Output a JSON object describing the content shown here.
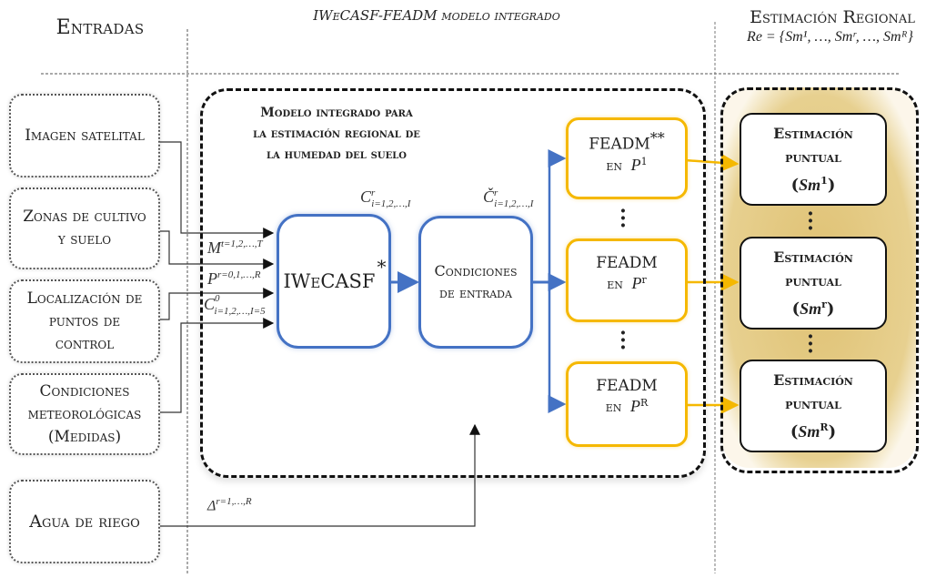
{
  "headers": {
    "inputs": "Entradas",
    "model": "IWeCASF-FEADM modelo integrado",
    "regional": "Estimación Regional",
    "regional_formula": "Re = {Sm¹, …, Smʳ, …, Smᴿ}"
  },
  "inputs": [
    {
      "label": "Imagen satelital"
    },
    {
      "label": "Zonas de cultivo y suelo"
    },
    {
      "label": "Localización de puntos de control"
    },
    {
      "label": "Condiciones meteorológicas (Medidas)"
    },
    {
      "label": "Agua de riego"
    }
  ],
  "model_group": {
    "title_lines": [
      "Modelo integrado para",
      "la estimación regional de",
      "la humedad del suelo"
    ]
  },
  "edge_labels": {
    "m": {
      "base": "M",
      "sup": "t=1,2,…,T"
    },
    "p": {
      "base": "P",
      "sup": "r=0,1,…,R"
    },
    "c0": {
      "base": "C",
      "sup": "0",
      "sub": "i=1,2,…,I=5"
    },
    "cr": {
      "base": "C",
      "sup": "r",
      "sub": "i=1,2,…,I"
    },
    "ccheck": {
      "base": "Č",
      "sup": "r",
      "sub": "i=1,2,…,I"
    },
    "delta": {
      "base": "Δ",
      "sup": "r=1,…,R"
    }
  },
  "iwecasf": {
    "label": "IWeCASF",
    "mark": "*"
  },
  "conditions": {
    "lines": [
      "Condiciones",
      "de entrada"
    ]
  },
  "feadm": [
    {
      "label": "FEADM",
      "mark": "**",
      "en": "en",
      "point": "P",
      "sup": "1"
    },
    {
      "label": "FEADM",
      "mark": "",
      "en": "en",
      "point": "P",
      "sup": "r"
    },
    {
      "label": "FEADM",
      "mark": "",
      "en": "en",
      "point": "P",
      "sup": "R"
    }
  ],
  "estimations": [
    {
      "line1": "Estimación",
      "line2": "puntual",
      "var": "Sm",
      "sup": "1"
    },
    {
      "line1": "Estimación",
      "line2": "puntual",
      "var": "Sm",
      "sup": "r"
    },
    {
      "line1": "Estimación",
      "line2": "puntual",
      "var": "Sm",
      "sup": "R"
    }
  ],
  "colors": {
    "blue": "#4472c4",
    "yellow": "#f5b800",
    "gold_glow": "#d9b65a"
  }
}
